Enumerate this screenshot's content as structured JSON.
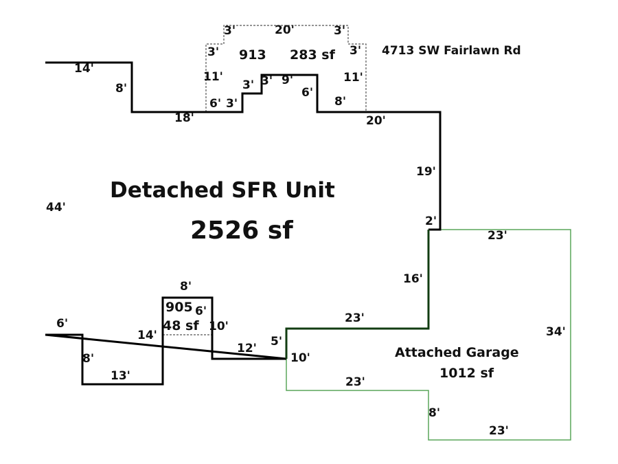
{
  "address": "4713 SW Fairlawn Rd",
  "main_unit": {
    "title": "Detached SFR Unit",
    "area": "2526 sf",
    "dimensions": {
      "top_left": "14'",
      "left_step": "8'",
      "top_mid": "18'",
      "step_a": "6'",
      "step_b": "3'",
      "step_c": "3'",
      "step_d": "3'",
      "top_center": "9'",
      "center_drop": "6'",
      "top_right": "20'",
      "right_upper": "19'",
      "right_jog": "2'",
      "right_lower": "16'",
      "garage_wall_top": "23'",
      "garage_wall_step": "5'",
      "bottom_mid": "12'",
      "box_right": "10'",
      "box_top": "8'",
      "box_left": "14'",
      "bottom_left": "13'",
      "left_lower_step": "8'",
      "left_lower": "6'",
      "left": "44'"
    }
  },
  "upper_addition": {
    "label_id": "913",
    "area": "283 sf",
    "dimensions": {
      "top": "20'",
      "top_left_step": "3'",
      "top_right_step": "3'",
      "left_step": "3'",
      "right_step": "3'",
      "left": "11'",
      "right": "11'",
      "bottom_right": "8'"
    }
  },
  "small_addition": {
    "label_id": "905",
    "area": "48 sf",
    "dimensions": {
      "side": "6'"
    }
  },
  "garage": {
    "title": "Attached Garage",
    "area": "1012 sf",
    "dimensions": {
      "top": "23'",
      "right": "34'",
      "bottom": "23'",
      "inner_bottom": "23'",
      "inner_step": "8'",
      "left": "10'"
    }
  },
  "colors": {
    "main_outline": "#000000",
    "garage_outline": "#5aa55a",
    "shared_wall": "#123d12",
    "addition_outline": "#555555"
  }
}
